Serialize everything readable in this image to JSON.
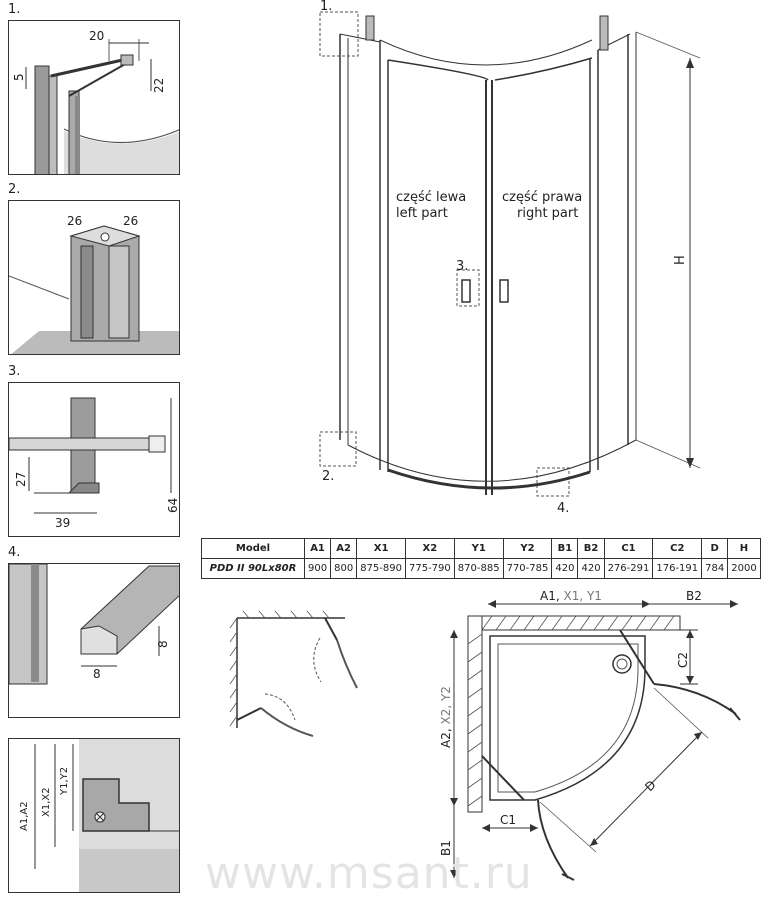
{
  "panels": [
    {
      "num": "1.",
      "dims": [
        "20",
        "5",
        "22"
      ]
    },
    {
      "num": "2.",
      "dims": [
        "26",
        "26"
      ]
    },
    {
      "num": "3.",
      "dims": [
        "27",
        "39",
        "64"
      ]
    },
    {
      "num": "4.",
      "dims": [
        "8",
        "8"
      ]
    },
    {
      "dims": [
        "A1,A2",
        "X1,X2",
        "Y1,Y2"
      ]
    }
  ],
  "main": {
    "callouts": [
      "1.",
      "2.",
      "3.",
      "4."
    ],
    "left_part": [
      "część lewa",
      "left part"
    ],
    "right_part": [
      "część prawa",
      "right part"
    ],
    "height_label": "H"
  },
  "table": {
    "headers": [
      "Model",
      "A1",
      "A2",
      "X1",
      "X2",
      "Y1",
      "Y2",
      "B1",
      "B2",
      "C1",
      "C2",
      "D",
      "H"
    ],
    "rows": [
      [
        "PDD II 90Lx80R",
        "900",
        "800",
        "875-890",
        "775-790",
        "870-885",
        "770-785",
        "420",
        "420",
        "276-291",
        "176-191",
        "784",
        "2000"
      ]
    ]
  },
  "plan": {
    "top_label_a": "A1,",
    "top_label_b": " X1, Y1",
    "b2": "B2",
    "c2": "C2",
    "side_label_a": "A2,",
    "side_label_b": " X2, Y2",
    "b1": "B1",
    "c1": "C1",
    "d": "D"
  },
  "watermark": "www.msant.ru"
}
